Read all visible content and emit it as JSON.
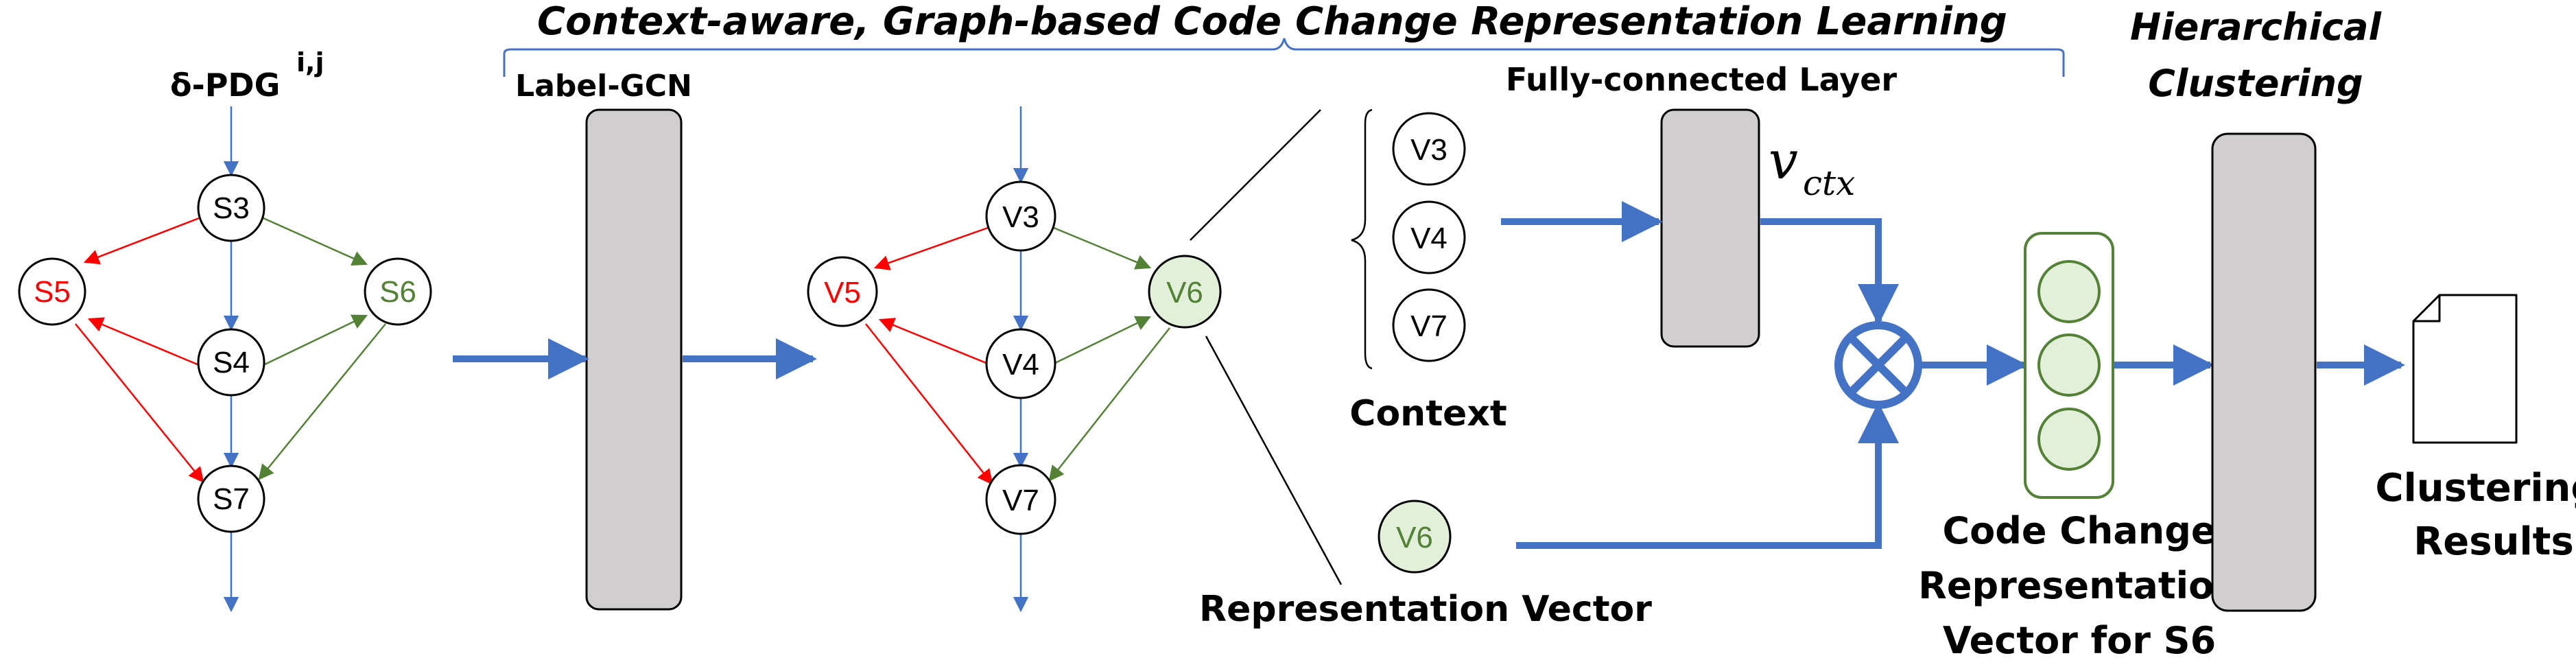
{
  "header": {
    "title_left": "Context-aware, Graph-based Code",
    "title_right": "Change Representation Learning"
  },
  "pdg_label": {
    "base": "δ-PDG",
    "sup": "i,j"
  },
  "gcn_label": "Label-GCN",
  "fc_label": "Fully-connected Layer",
  "hc_label": {
    "line1": "Hierarchical",
    "line2": "Clustering"
  },
  "graph1_nodes": {
    "s3": "S3",
    "s4": "S4",
    "s5": "S5",
    "s6": "S6",
    "s7": "S7"
  },
  "graph2_nodes": {
    "v3": "V3",
    "v4": "V4",
    "v5": "V5",
    "v6": "V6",
    "v7": "V7"
  },
  "context_nodes": {
    "v3": "V3",
    "v4": "V4",
    "v7": "V7"
  },
  "context_label": "Context",
  "rep_node": "V6",
  "rep_label": "Representation Vector",
  "vctx_label": {
    "main": "v",
    "sub": "ctx"
  },
  "ccrv_label": {
    "line1": "Code Change",
    "line2": "Representation",
    "line3": "Vector for S6"
  },
  "results_label": {
    "line1": "Clustering",
    "line2": "Results"
  },
  "colors": {
    "arrow_blue": "#4472c4",
    "red": "#ff0000",
    "green": "#538135",
    "node_fill_green": "#e2f0d9",
    "gray_box": "#d0cece"
  }
}
